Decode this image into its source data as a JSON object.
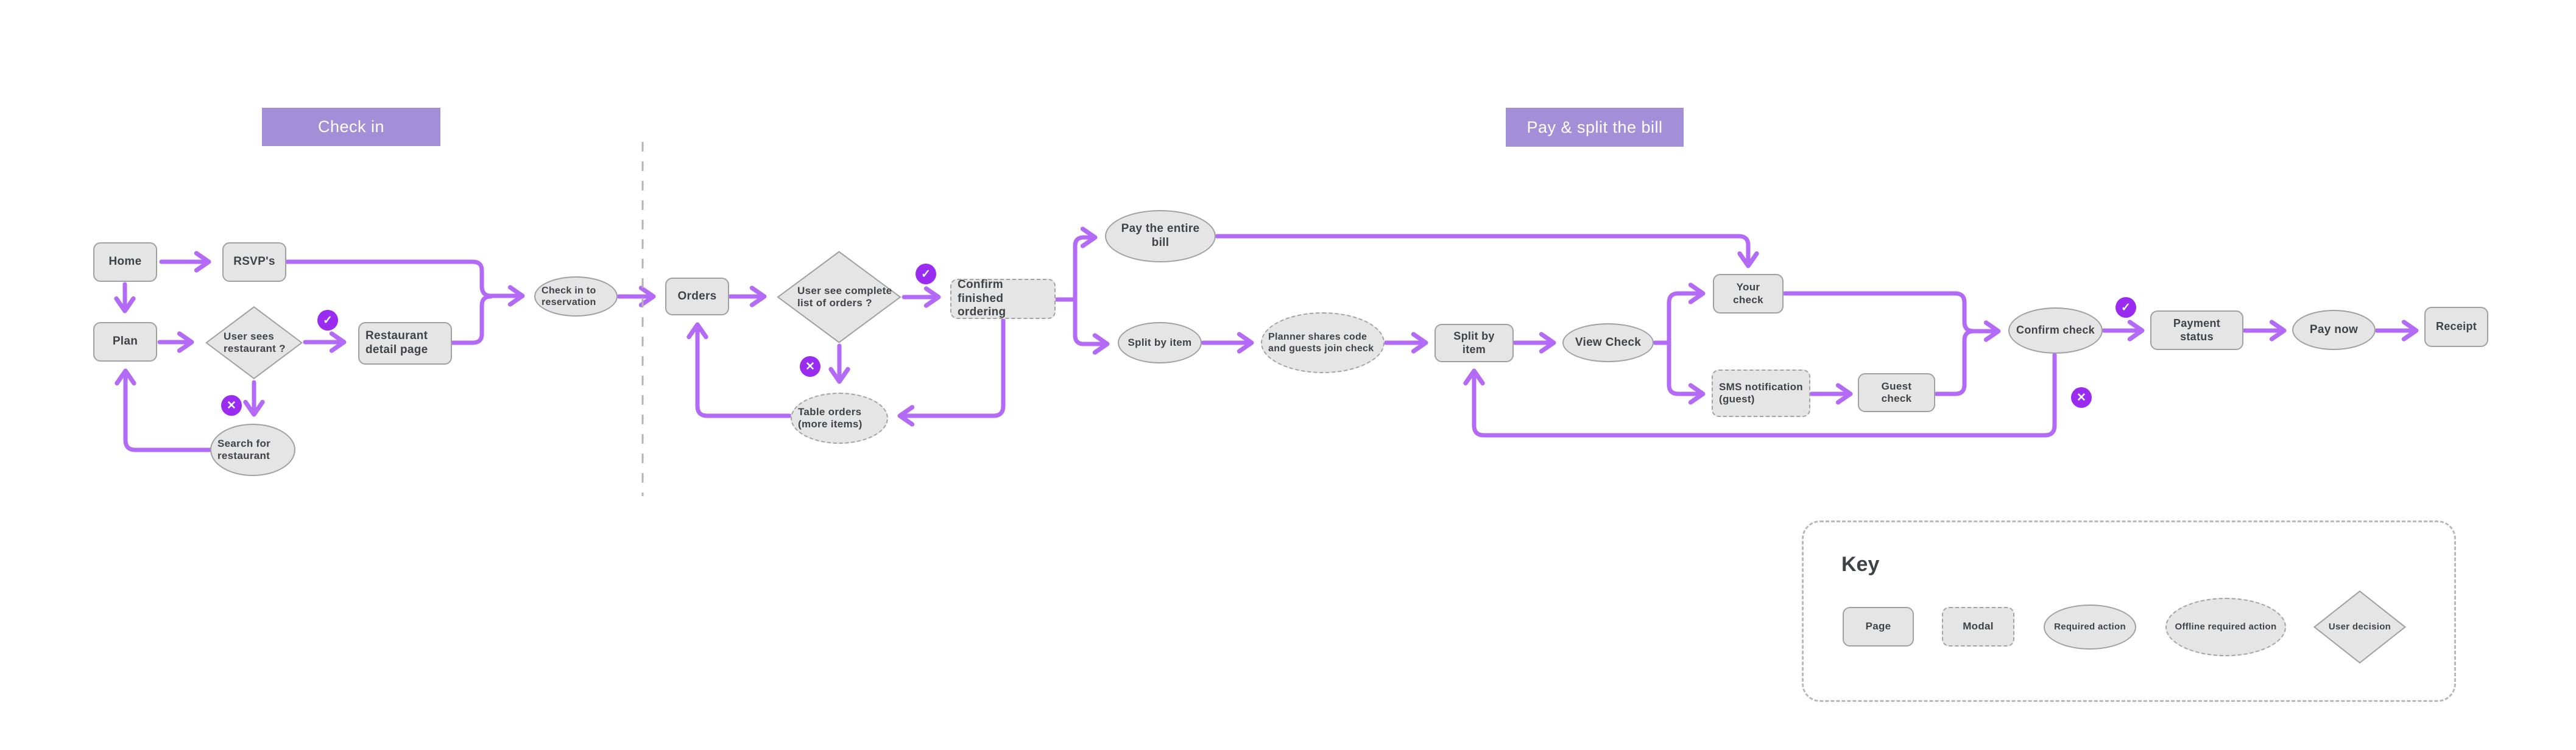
{
  "sections": {
    "check_in": "Check in",
    "pay_split": "Pay & split the bill"
  },
  "nodes": {
    "home": "Home",
    "rsvps": "RSVP's",
    "plan": "Plan",
    "sees_restaurant": "User sees restaurant ?",
    "restaurant_detail": "Restaurant detail page",
    "search_restaurant": "Search for restaurant",
    "check_in_reservation": "Check in to reservation",
    "orders": "Orders",
    "complete_list": "User see complete list of orders ?",
    "confirm_finished": "Confirm finished ordering",
    "table_orders": "Table orders (more items)",
    "pay_entire": "Pay the entire bill",
    "split_by_item_action": "Split by item",
    "planner_shares": "Planner shares code and guests join check",
    "split_by_item_page": "Split by item",
    "view_check": "View Check",
    "your_check": "Your check",
    "sms_notification": "SMS notification (guest)",
    "guest_check": "Guest check",
    "confirm_check": "Confirm check",
    "payment_status": "Payment status",
    "pay_now": "Pay now",
    "receipt": "Receipt"
  },
  "icons": {
    "check": "✓",
    "cross": "✕"
  },
  "key": {
    "title": "Key",
    "items": [
      {
        "label": "Page"
      },
      {
        "label": "Modal"
      },
      {
        "label": "Required action"
      },
      {
        "label": "Offline required action"
      },
      {
        "label": "User decision"
      }
    ]
  },
  "colors": {
    "header_bg": "#a28fd8",
    "connector": "#b26af7",
    "badge": "#9a2cf2",
    "node_fill": "#e5e5e5",
    "node_border": "#9fa0a3",
    "text": "#3f4347"
  }
}
